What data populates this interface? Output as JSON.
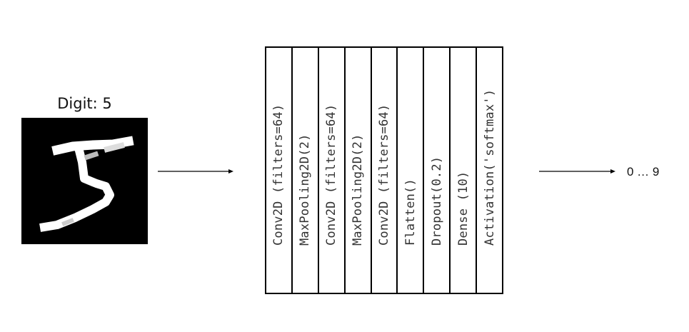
{
  "input": {
    "title": "Digit: 5"
  },
  "layers": [
    "Conv2D (filters=64)",
    "MaxPooling2D(2)",
    "Conv2D (filters=64)",
    "MaxPooling2D(2)",
    "Conv2D (filters=64)",
    "Flatten()",
    "Dropout(0.2)",
    "Dense (10)",
    "Activation('softmax')"
  ],
  "output": {
    "label": "0 … 9"
  },
  "colors": {
    "image_background": "#000000",
    "digit_stroke": "#ffffff",
    "border": "#000000",
    "layer_text": "#333333"
  }
}
